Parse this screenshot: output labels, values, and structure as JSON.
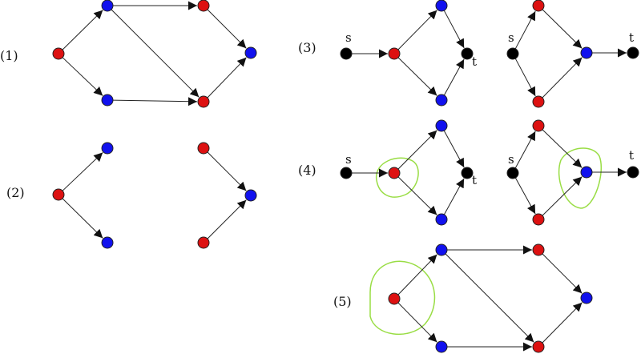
{
  "panels": [
    {
      "id": "1",
      "label": "(1)"
    },
    {
      "id": "2",
      "label": "(2)"
    },
    {
      "id": "3",
      "label": "(3)"
    },
    {
      "id": "4",
      "label": "(4)"
    },
    {
      "id": "5",
      "label": "(5)"
    }
  ],
  "node_labels": {
    "source": "s",
    "sink": "t"
  },
  "colors": {
    "red": "#dd1111",
    "blue": "#1111ee",
    "black": "#000000",
    "highlight": "#99dd44",
    "edge": "#222222"
  }
}
